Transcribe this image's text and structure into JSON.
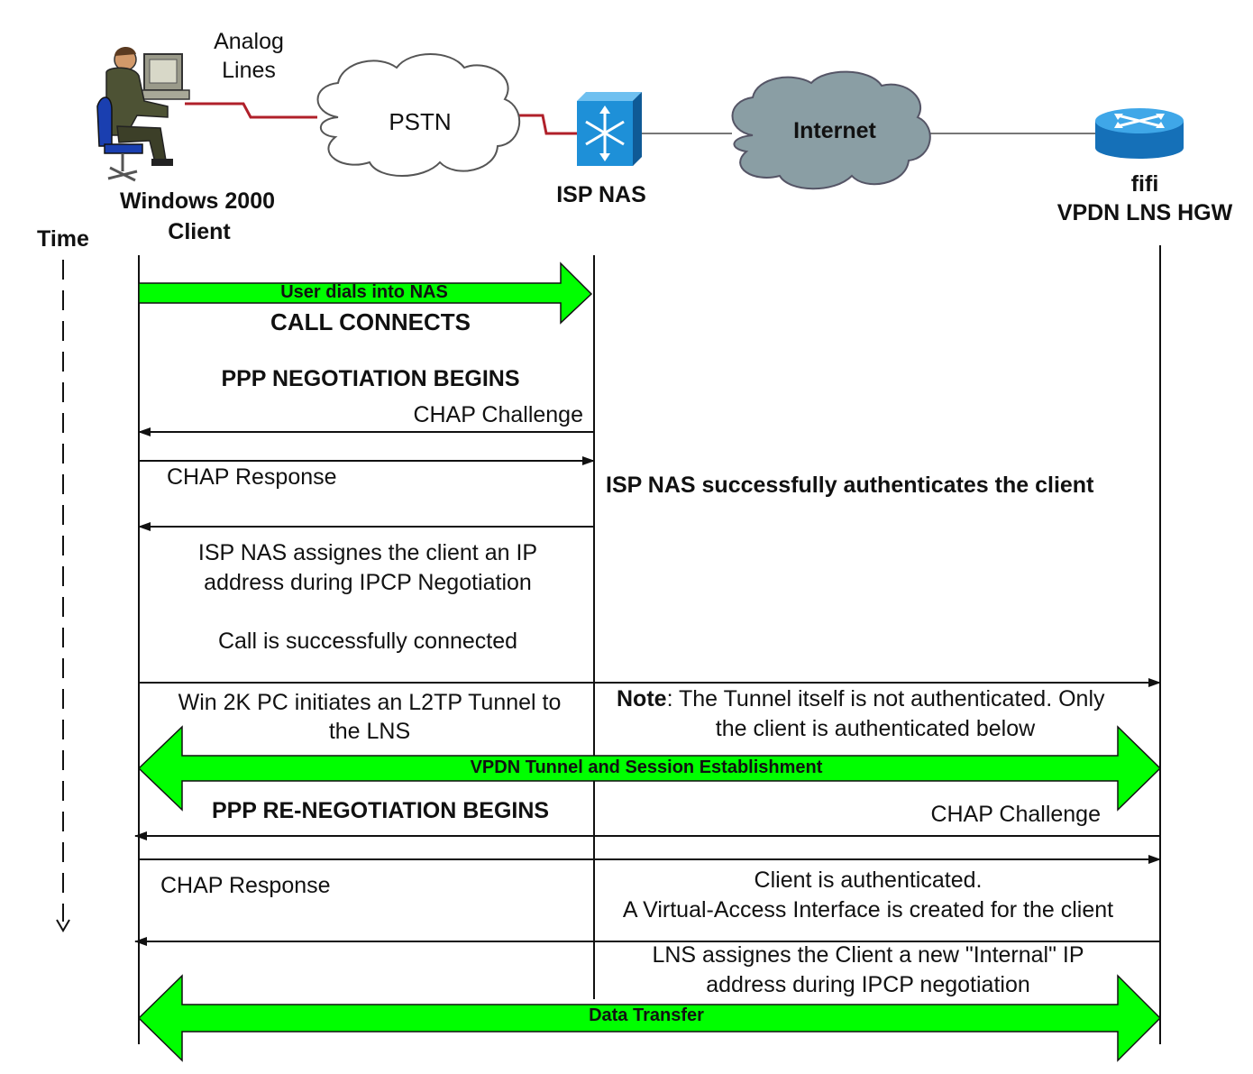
{
  "top": {
    "analog_lines_1": "Analog",
    "analog_lines_2": "Lines",
    "pstn": "PSTN",
    "internet": "Internet",
    "client_1": "Windows 2000",
    "client_2": "Client",
    "isp_nas": "ISP NAS",
    "lns_1": "fifi",
    "lns_2": "VPDN LNS HGW",
    "time": "Time"
  },
  "messages": {
    "user_dials": "User dials into NAS",
    "call_connects": "CALL CONNECTS",
    "ppp_begins": "PPP NEGOTIATION BEGINS",
    "chap_challenge_1": "CHAP Challenge",
    "chap_response_1": "CHAP Response",
    "isp_auth": "ISP NAS successfully authenticates the client",
    "ipcp_1": "ISP NAS assignes the client an IP",
    "ipcp_2": "address during IPCP Negotiation",
    "call_success": "Call is successfully connected",
    "l2tp_1": "Win 2K PC initiates an L2TP Tunnel to",
    "l2tp_2": "the LNS",
    "note_label": "Note",
    "note_1": ": The Tunnel itself is not authenticated. Only",
    "note_2": "the client is authenticated below",
    "vpdn": "VPDN Tunnel and Session  Establishment",
    "ppp_re": "PPP RE-NEGOTIATION BEGINS",
    "chap_challenge_2": "CHAP Challenge",
    "chap_response_2": "CHAP Response",
    "client_auth_1": "Client is authenticated.",
    "client_auth_2": "A Virtual-Access Interface is created for the client",
    "lns_ip_1": "LNS assignes the Client a new \"Internal\" IP",
    "lns_ip_2": "address during IPCP negotiation",
    "data_transfer": "Data Transfer"
  },
  "colors": {
    "green_arrow": "#00ff00",
    "analog_line": "#b0202a",
    "nas_blue": "#1e90d8",
    "router_blue": "#1e8fd6",
    "internet_cloud": "#8a9ea4",
    "pstn_cloud": "#ffffff"
  }
}
